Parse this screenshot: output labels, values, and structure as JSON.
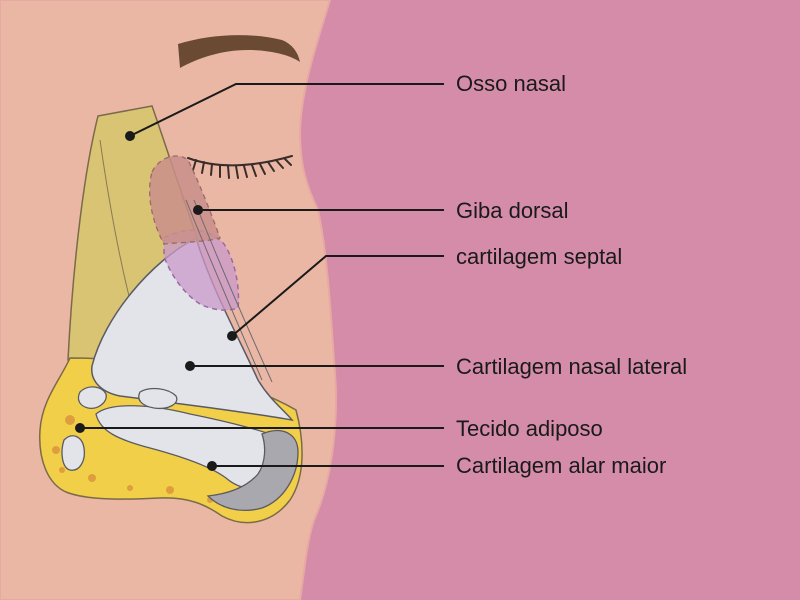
{
  "labels": {
    "nasal_bone": "Osso nasal",
    "dorsal_hump": "Giba dorsal",
    "septal_cartilage": "cartilagem septal",
    "lateral_cartilage": "Cartilagem nasal lateral",
    "fat_tissue": "Tecido adiposo",
    "alar_cartilage": "Cartilagem alar maior"
  },
  "colors": {
    "background": "#d48ca8",
    "skin": "#ebb7a5",
    "bone": "#d9c474",
    "hump": "#c98f8a",
    "cartilage": "#e3e3ea",
    "septal_overlay": "#c99acb",
    "fat": "#f2cf48",
    "line": "#1a1a1a"
  }
}
